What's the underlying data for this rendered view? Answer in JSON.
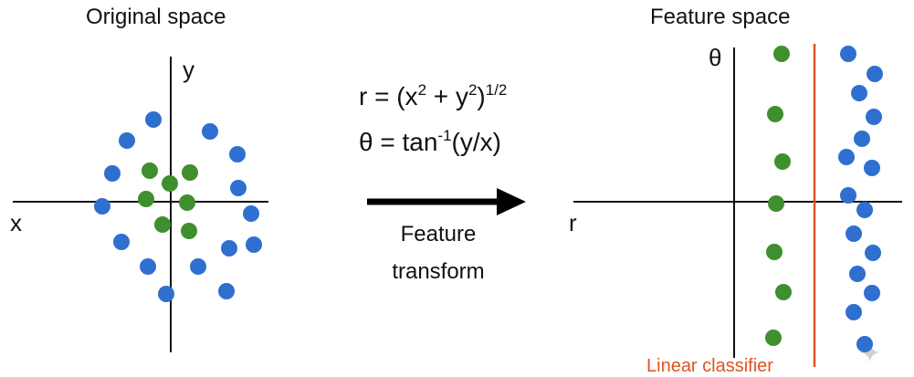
{
  "left_panel": {
    "title": "Original space",
    "x_label": "x",
    "y_label": "y"
  },
  "middle": {
    "formula_r_lhs": "r = (x",
    "formula_r_exp1": "2",
    "formula_r_mid": " + y",
    "formula_r_exp2": "2",
    "formula_r_close": ")",
    "formula_r_exp3": "1/2",
    "formula_theta_lhs": "θ = tan",
    "formula_theta_exp": "-1",
    "formula_theta_rhs": "(y/x)",
    "arrow_label_line1": "Feature",
    "arrow_label_line2": "transform"
  },
  "right_panel": {
    "title": "Feature space",
    "theta_label": "θ",
    "r_label": "r",
    "classifier_label": "Linear classifier"
  },
  "colors": {
    "blue": "#2f6fd0",
    "green": "#3f8f2e",
    "classifier": "#e0531d",
    "axis": "#111111"
  },
  "icons": {
    "watermark": "sparkle-icon"
  }
}
